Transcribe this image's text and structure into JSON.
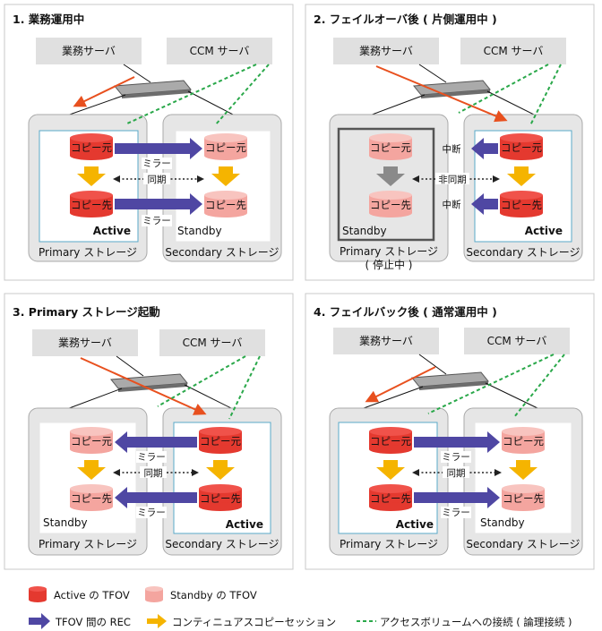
{
  "colors": {
    "active_top": "#f0524a",
    "active_body": "#e4392f",
    "standby_top": "#f8c4bf",
    "standby_body": "#f4a59f",
    "rec_arrow": "#4f47a3",
    "copy_arrow": "#f5b400",
    "copy_arrow_gray": "#8a8a8a",
    "business_line": "#e8501e",
    "ccm_line": "#2aa84a",
    "storage_box": "#e6e6e6",
    "server_box": "#e0e0e0",
    "pool_border": "#5aa9c8"
  },
  "panels": [
    {
      "title": "1. 業務運用中",
      "business_server": "業務サーバ",
      "ccm_server": "CCM サーバ",
      "left": {
        "top_cyl": "コピー元",
        "bottom_cyl": "コピー先",
        "role": "Active",
        "storage_label": "Primary ストレージ",
        "storage_sub": ""
      },
      "right": {
        "top_cyl": "コピー元",
        "bottom_cyl": "コピー先",
        "role": "Standby",
        "storage_label": "Secondary ストレージ",
        "storage_sub": ""
      },
      "rec_top": "ミラー",
      "rec_bottom": "ミラー",
      "sync": "同期"
    },
    {
      "title": "2. フェイルオーバ後 ( 片側運用中 )",
      "business_server": "業務サーバ",
      "ccm_server": "CCM サーバ",
      "left": {
        "top_cyl": "コピー元",
        "bottom_cyl": "コピー先",
        "role": "Standby",
        "storage_label": "Primary ストレージ",
        "storage_sub": "( 停止中 )"
      },
      "right": {
        "top_cyl": "コピー元",
        "bottom_cyl": "コピー先",
        "role": "Active",
        "storage_label": "Secondary ストレージ",
        "storage_sub": ""
      },
      "rec_top": "中断",
      "rec_bottom": "中断",
      "sync": "非同期"
    },
    {
      "title": "3. Primary ストレージ起動",
      "business_server": "業務サーバ",
      "ccm_server": "CCM サーバ",
      "left": {
        "top_cyl": "コピー元",
        "bottom_cyl": "コピー先",
        "role": "Standby",
        "storage_label": "Primary ストレージ",
        "storage_sub": ""
      },
      "right": {
        "top_cyl": "コピー元",
        "bottom_cyl": "コピー先",
        "role": "Active",
        "storage_label": "Secondary ストレージ",
        "storage_sub": ""
      },
      "rec_top": "ミラー",
      "rec_bottom": "ミラー",
      "sync": "同期"
    },
    {
      "title": "4. フェイルバック後 ( 通常運用中 )",
      "business_server": "業務サーバ",
      "ccm_server": "CCM サーバ",
      "left": {
        "top_cyl": "コピー元",
        "bottom_cyl": "コピー先",
        "role": "Active",
        "storage_label": "Primary ストレージ",
        "storage_sub": ""
      },
      "right": {
        "top_cyl": "コピー元",
        "bottom_cyl": "コピー先",
        "role": "Standby",
        "storage_label": "Secondary ストレージ",
        "storage_sub": ""
      },
      "rec_top": "ミラー",
      "rec_bottom": "ミラー",
      "sync": "同期"
    }
  ],
  "legend": {
    "active_tfov": "Active の TFOV",
    "standby_tfov": "Standby の TFOV",
    "rec": "TFOV 間の REC",
    "copy": "コンティニュアスコピーセッション",
    "access": "アクセスボリュームへの接続 ( 論理接続 )"
  }
}
